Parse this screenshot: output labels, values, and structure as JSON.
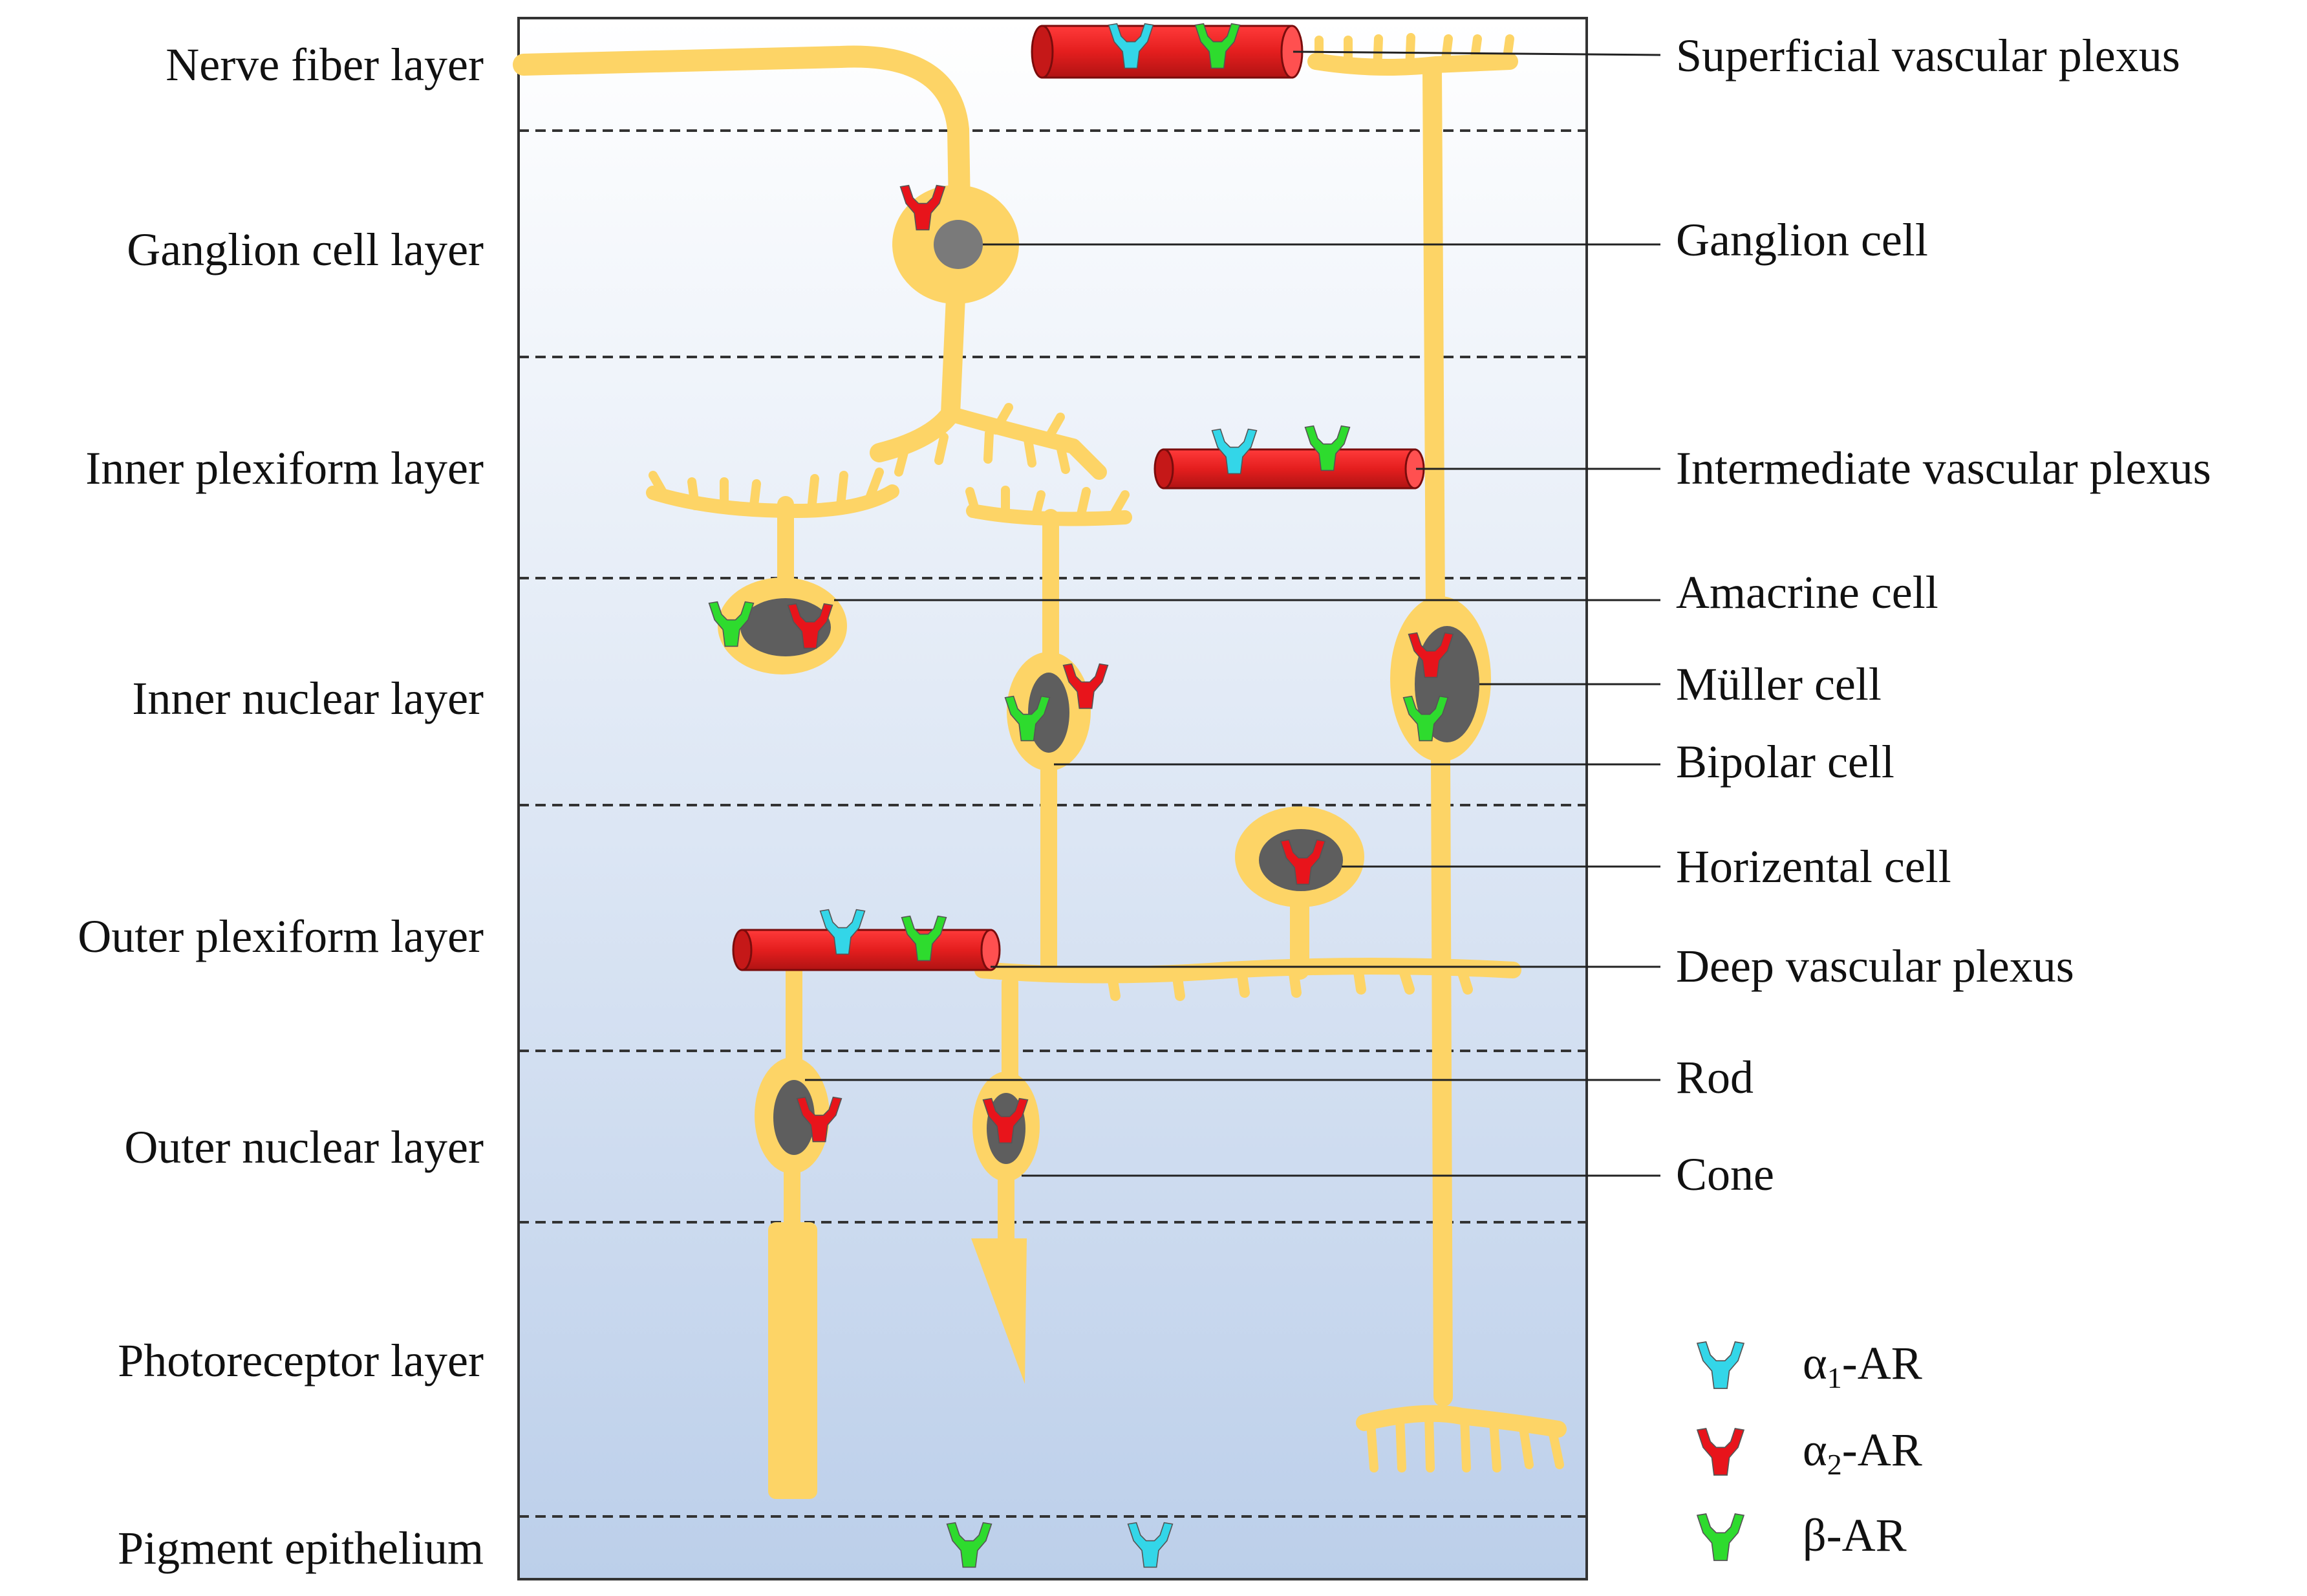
{
  "layers": [
    {
      "id": "nerve-fiber-layer",
      "label": "Nerve fiber layer"
    },
    {
      "id": "ganglion-cell-layer",
      "label": "Ganglion cell layer"
    },
    {
      "id": "inner-plexiform-layer",
      "label": "Inner plexiform layer"
    },
    {
      "id": "inner-nuclear-layer",
      "label": "Inner nuclear layer"
    },
    {
      "id": "outer-plexiform-layer",
      "label": "Outer plexiform layer"
    },
    {
      "id": "outer-nuclear-layer",
      "label": "Outer nuclear layer"
    },
    {
      "id": "photoreceptor-layer",
      "label": "Photoreceptor layer"
    },
    {
      "id": "pigment-epithelium",
      "label": "Pigment epithelium"
    }
  ],
  "structures": [
    {
      "id": "superficial-vascular-plexus",
      "label": "Superficial vascular plexus"
    },
    {
      "id": "ganglion-cell",
      "label": "Ganglion cell"
    },
    {
      "id": "intermediate-vascular-plexus",
      "label": "Intermediate vascular plexus"
    },
    {
      "id": "amacrine-cell",
      "label": "Amacrine cell"
    },
    {
      "id": "muller-cell",
      "label": "Müller cell"
    },
    {
      "id": "bipolar-cell",
      "label": "Bipolar cell"
    },
    {
      "id": "horizontal-cell",
      "label": "Horizental cell"
    },
    {
      "id": "deep-vascular-plexus",
      "label": "Deep vascular plexus"
    },
    {
      "id": "rod",
      "label": "Rod"
    },
    {
      "id": "cone",
      "label": "Cone"
    }
  ],
  "legend": [
    {
      "id": "alpha1",
      "symbol": "α",
      "sub": "1",
      "suffix": "-AR",
      "color": "#33d6e8"
    },
    {
      "id": "alpha2",
      "symbol": "α",
      "sub": "2",
      "suffix": "-AR",
      "color": "#e8141b"
    },
    {
      "id": "beta",
      "symbol": "β",
      "sub": "",
      "suffix": "-AR",
      "color": "#2edb2e"
    }
  ],
  "colors": {
    "cell": "#fdd466",
    "nucleus": "#5e5e5e",
    "vessel": "#e41e1e",
    "vessel_dark": "#8c0f0f",
    "panel_top": "#ffffff",
    "panel_bottom": "#bccfea"
  }
}
